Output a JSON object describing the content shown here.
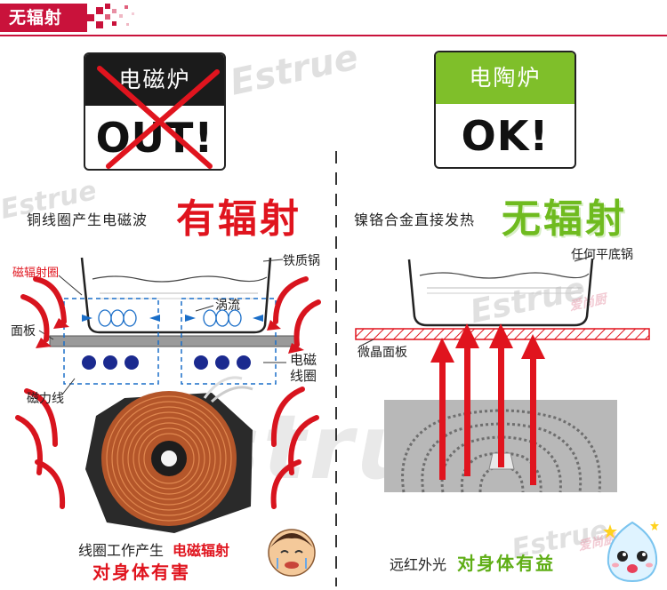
{
  "header": {
    "tag": "无辐射"
  },
  "watermark": {
    "brand": "Estrue",
    "brand_cn": "爱尚厨"
  },
  "left": {
    "sign_top": "电磁炉",
    "sign_bottom": "OUT!",
    "subtitle": "铜线圈产生电磁波",
    "headline": "有辐射",
    "labels": {
      "radiation_ring": "磁辐射圈",
      "iron_pot": "铁质锅",
      "eddy": "涡流",
      "panel": "面板",
      "coil_line1": "电磁",
      "coil_line2": "线圈",
      "magnetic_lines": "磁力线"
    },
    "bottom_line1_a": "线圈工作产生",
    "bottom_line1_b": "电磁辐射",
    "bottom_line2": "对身体有害"
  },
  "right": {
    "sign_top": "电陶炉",
    "sign_bottom": "OK!",
    "subtitle": "镍铬合金直接发热",
    "headline": "无辐射",
    "labels": {
      "flat_pot": "任何平底锅",
      "ceramic_panel": "微晶面板"
    },
    "bottom_a": "远红外光",
    "bottom_b": "对身体有益"
  },
  "colors": {
    "brand_red": "#c9123b",
    "harm_red": "#e0141e",
    "safe_green": "#6fbb1f",
    "dark": "#1b1b1b"
  }
}
